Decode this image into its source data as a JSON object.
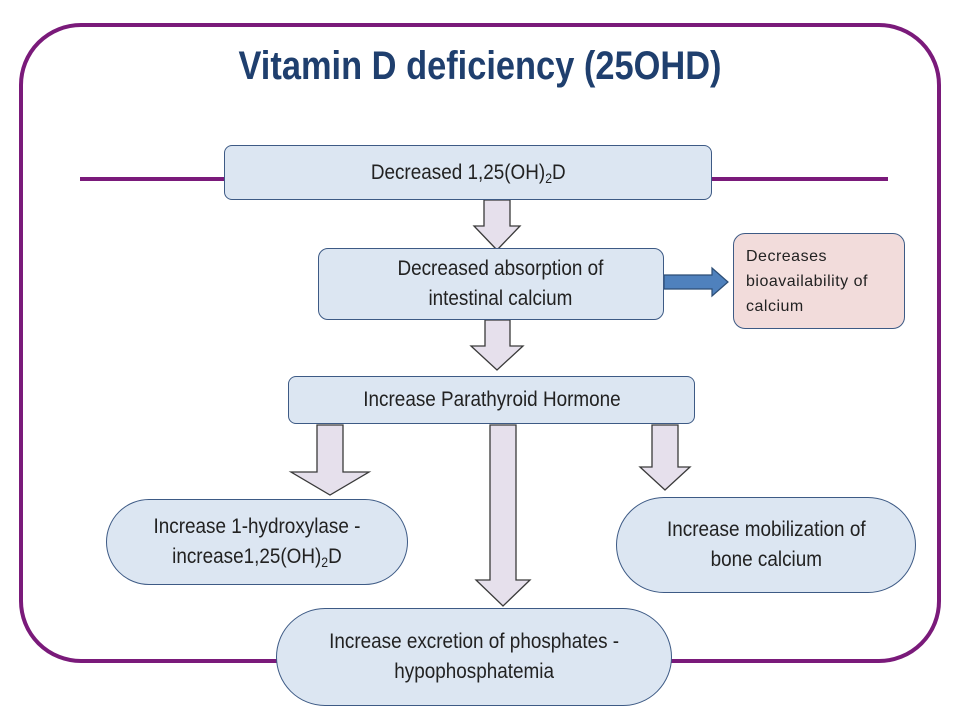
{
  "title": "Vitamin D deficiency (25OHD)",
  "nodes": {
    "decreased_calcitriol": {
      "pre": "Decreased 1,25(OH)",
      "sub": "2",
      "post": "D"
    },
    "decreased_absorption": {
      "line1": "Decreased absorption of",
      "line2": "intestinal calcium"
    },
    "bioavailability": {
      "line1": "Decreases",
      "line2": "bioavailability of",
      "line3": "calcium"
    },
    "increase_pth": {
      "text": "Increase Parathyroid Hormone"
    },
    "hydroxylase": {
      "line1": "Increase 1-hydroxylase -",
      "line2_pre": "increase1,25(OH)",
      "line2_sub": "2",
      "line2_post": "D"
    },
    "bone_calcium": {
      "line1": "Increase mobilization of",
      "line2": "bone calcium"
    },
    "phosphates": {
      "line1": "Increase excretion of phosphates -",
      "line2": "hypophosphatemia"
    }
  },
  "colors": {
    "frame": "#7a1a7a",
    "title": "#1f3f6e",
    "box_fill": "#dce6f2",
    "box_border": "#3d5a85",
    "pink_fill": "#f2dcdb",
    "arrow_fill": "#e6e0ec",
    "blue_arrow": "#4f81bd"
  }
}
